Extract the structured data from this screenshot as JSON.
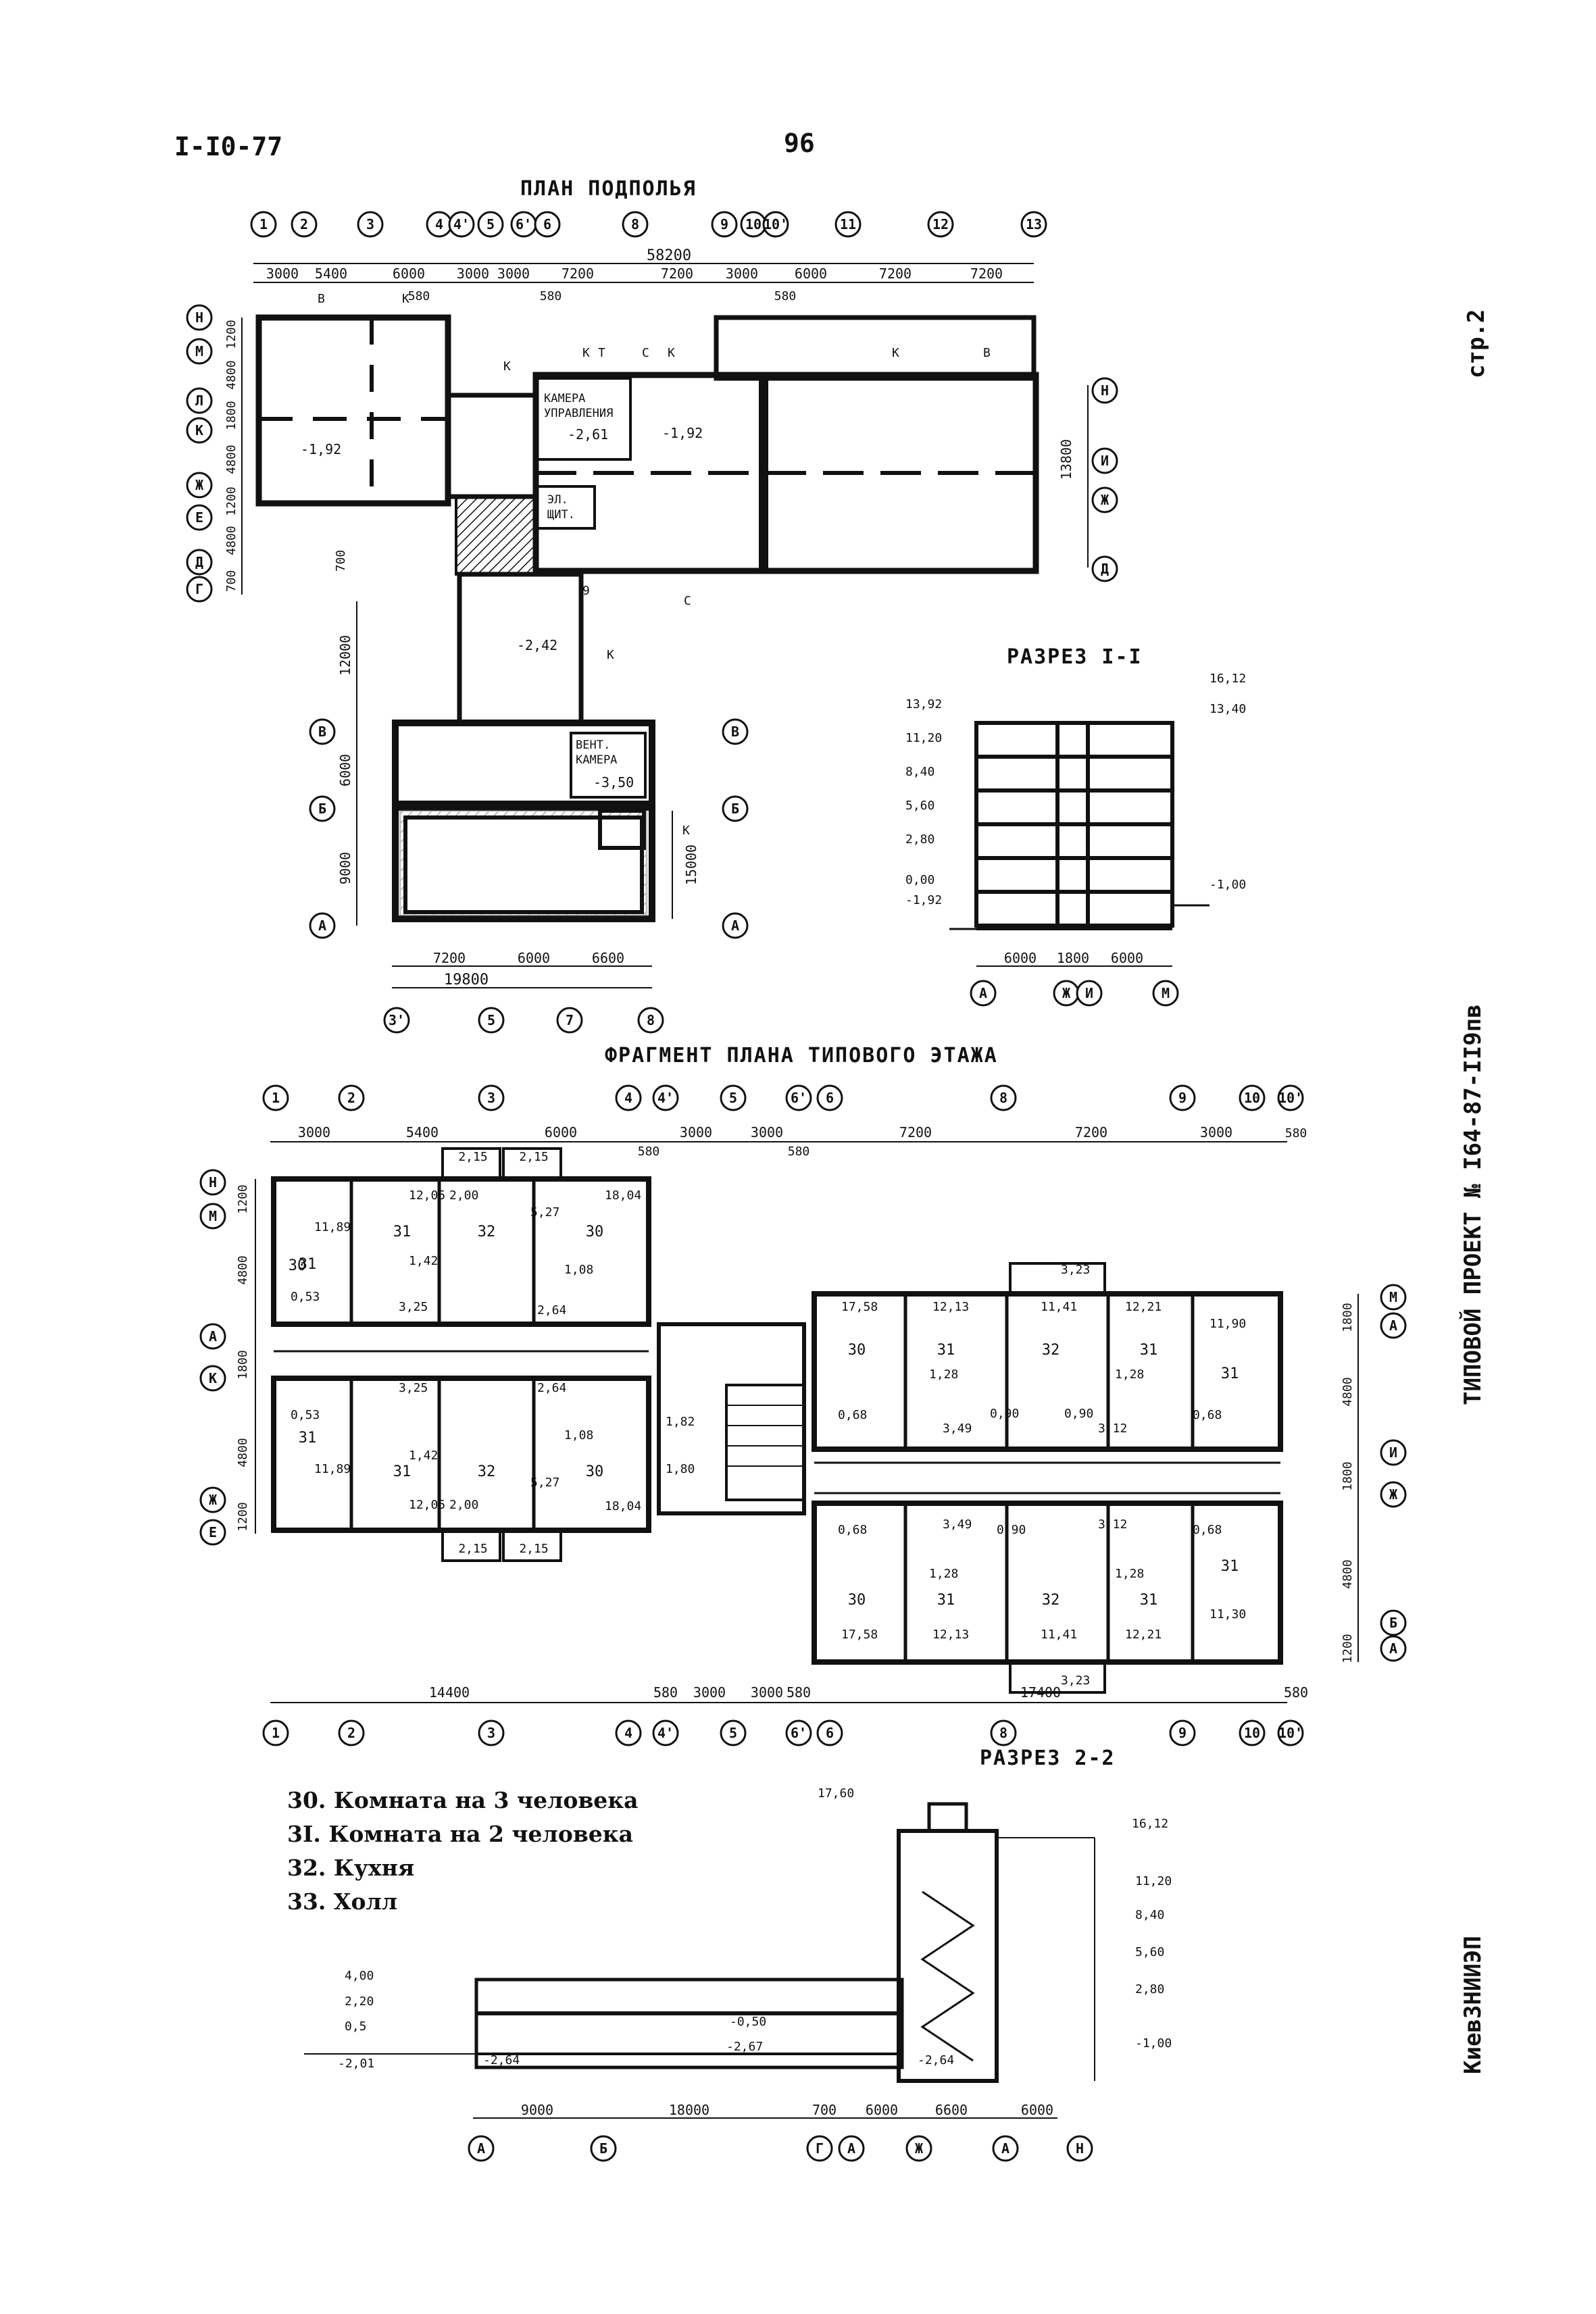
{
  "header": {
    "code": "I-I0-77",
    "page": "96"
  },
  "side": {
    "page_ref": "стр.2",
    "project": "ТИПОВОЙ ПРОЕКТ № I64-87-II9пв",
    "org": "КиевЗНИИЭП"
  },
  "basement": {
    "title": "ПЛАН ПОДПОЛЬЯ",
    "axes": [
      "1",
      "2",
      "3",
      "4",
      "4'",
      "5",
      "6'",
      "6",
      "8",
      "9",
      "10",
      "10'",
      "11",
      "12",
      "13"
    ],
    "total": "58200",
    "dims": [
      "3000",
      "5400",
      "6000",
      "3000",
      "3000",
      "7200",
      "7200",
      "3000",
      "6000",
      "7200",
      "7200"
    ],
    "dim_small": [
      "580",
      "580",
      "580"
    ],
    "left_axes": [
      "Н",
      "М",
      "Л",
      "К",
      "Ж",
      "Е",
      "Д",
      "Г"
    ],
    "left_dims": [
      "1200",
      "4800",
      "1800",
      "4800",
      "1200",
      "4800",
      "700"
    ],
    "right_axes": [
      "Н",
      "И",
      "Ж",
      "Д"
    ],
    "right_dims": [
      "13800"
    ],
    "room_camera": "КАМЕРА УПРАВЛЕНИЯ",
    "room_el": "ЭЛ. ЩИТ.",
    "room_vent": "ВЕНТ. КАМЕРА",
    "levels": [
      "-1,92",
      "-2,61",
      "-1,92",
      "-2,42",
      "-3,50"
    ],
    "marks": [
      "В",
      "К",
      "К",
      "К",
      "Т",
      "С",
      "К",
      "К",
      "В",
      "С",
      "9",
      "К",
      "К"
    ],
    "wing_axes_left": [
      "В",
      "Б",
      "А"
    ],
    "wing_axes_right": [
      "В",
      "Б",
      "А"
    ],
    "wing_left_dims": [
      "12000",
      "6000",
      "9000"
    ],
    "wing_right_dim": "15000",
    "wing_bottom_dims": [
      "7200",
      "6000",
      "6600"
    ],
    "wing_total": "19800",
    "wing_bottom_axes": [
      "3'",
      "5",
      "7",
      "8"
    ],
    "dim_700": "700"
  },
  "section11": {
    "title": "РАЗРЕЗ I-I",
    "levels_left": [
      "13,92",
      "11,20",
      "8,40",
      "5,60",
      "2,80",
      "0,00",
      "-1,92"
    ],
    "levels_right": [
      "16,12",
      "13,40",
      "-1,00"
    ],
    "dims": [
      "6000",
      "1800",
      "6000"
    ],
    "axes": [
      "А",
      "Ж",
      "И",
      "М"
    ]
  },
  "floorplan": {
    "title": "ФРАГМЕНТ ПЛАНА ТИПОВОГО ЭТАЖА",
    "axes_top": [
      "1",
      "2",
      "3",
      "4",
      "4'",
      "5",
      "6'",
      "6",
      "8",
      "9",
      "10",
      "10'"
    ],
    "dims_top": [
      "3000",
      "5400",
      "6000",
      "3000",
      "3000",
      "7200",
      "7200",
      "3000"
    ],
    "dim_small": [
      "580",
      "580",
      "580",
      "580"
    ],
    "stair_dims": [
      "2,15",
      "2,15",
      "2,15",
      "2,15"
    ],
    "left_axes": [
      "Н",
      "М",
      "А",
      "К",
      "Ж",
      "Е"
    ],
    "left_dims": [
      "1200",
      "4800",
      "1800",
      "4800",
      "1200"
    ],
    "right_axes": [
      "М",
      "А",
      "И",
      "Ж",
      "Б",
      "А"
    ],
    "right_dims": [
      "1800",
      "4800",
      "1800",
      "4800",
      "1200"
    ],
    "bottom_axes": [
      "1",
      "2",
      "3",
      "4",
      "4'",
      "5",
      "6'",
      "6",
      "8",
      "9",
      "10",
      "10'"
    ],
    "bottom_dims": [
      "14400",
      "580",
      "3000",
      "3000",
      "580",
      "17400",
      "580"
    ],
    "areas_left": [
      "11,89",
      "12,05",
      "2,00",
      "5,27",
      "18,04",
      "1,42",
      "1,08",
      "0,53",
      "3,25",
      "2,64",
      "3,25",
      "2,64",
      "0,53",
      "1,42",
      "1,08",
      "11,89",
      "12,05",
      "2,00",
      "5,27",
      "18,04"
    ],
    "areas_mid": [
      "1,82",
      "1,80"
    ],
    "areas_right": [
      "3,23",
      "17,58",
      "12,13",
      "11,41",
      "12,21",
      "11,90",
      "1,28",
      "1,28",
      "0,68",
      "3,49",
      "0,90",
      "0,90",
      "3,12",
      "0,68",
      "0,68",
      "3,49",
      "0,90",
      "3,12",
      "0,68",
      "1,28",
      "1,28",
      "17,58",
      "12,13",
      "11,41",
      "12,21",
      "11,30",
      "3,23"
    ],
    "room_codes": [
      "30",
      "31",
      "32",
      "33"
    ]
  },
  "legend": {
    "items": [
      "30. Комната на 3 человека",
      "3I. Комната на 2 человека",
      "32. Кухня",
      "33. Холл"
    ]
  },
  "section22": {
    "title": "РАЗРЕЗ 2-2",
    "levels_top": [
      "17,60",
      "16,12",
      "11,20",
      "8,40",
      "5,60",
      "2,80",
      "-1,00"
    ],
    "levels_left": [
      "4,00",
      "2,20",
      "0,5",
      "-2,01"
    ],
    "levels_mid": [
      "-0,50",
      "-2,67",
      "-2,64",
      "-2,64"
    ],
    "dims": [
      "9000",
      "18000",
      "700",
      "6000",
      "6600",
      "6000"
    ],
    "axes": [
      "А",
      "Б",
      "Г",
      "А",
      "Ж",
      "А",
      "Н"
    ]
  }
}
